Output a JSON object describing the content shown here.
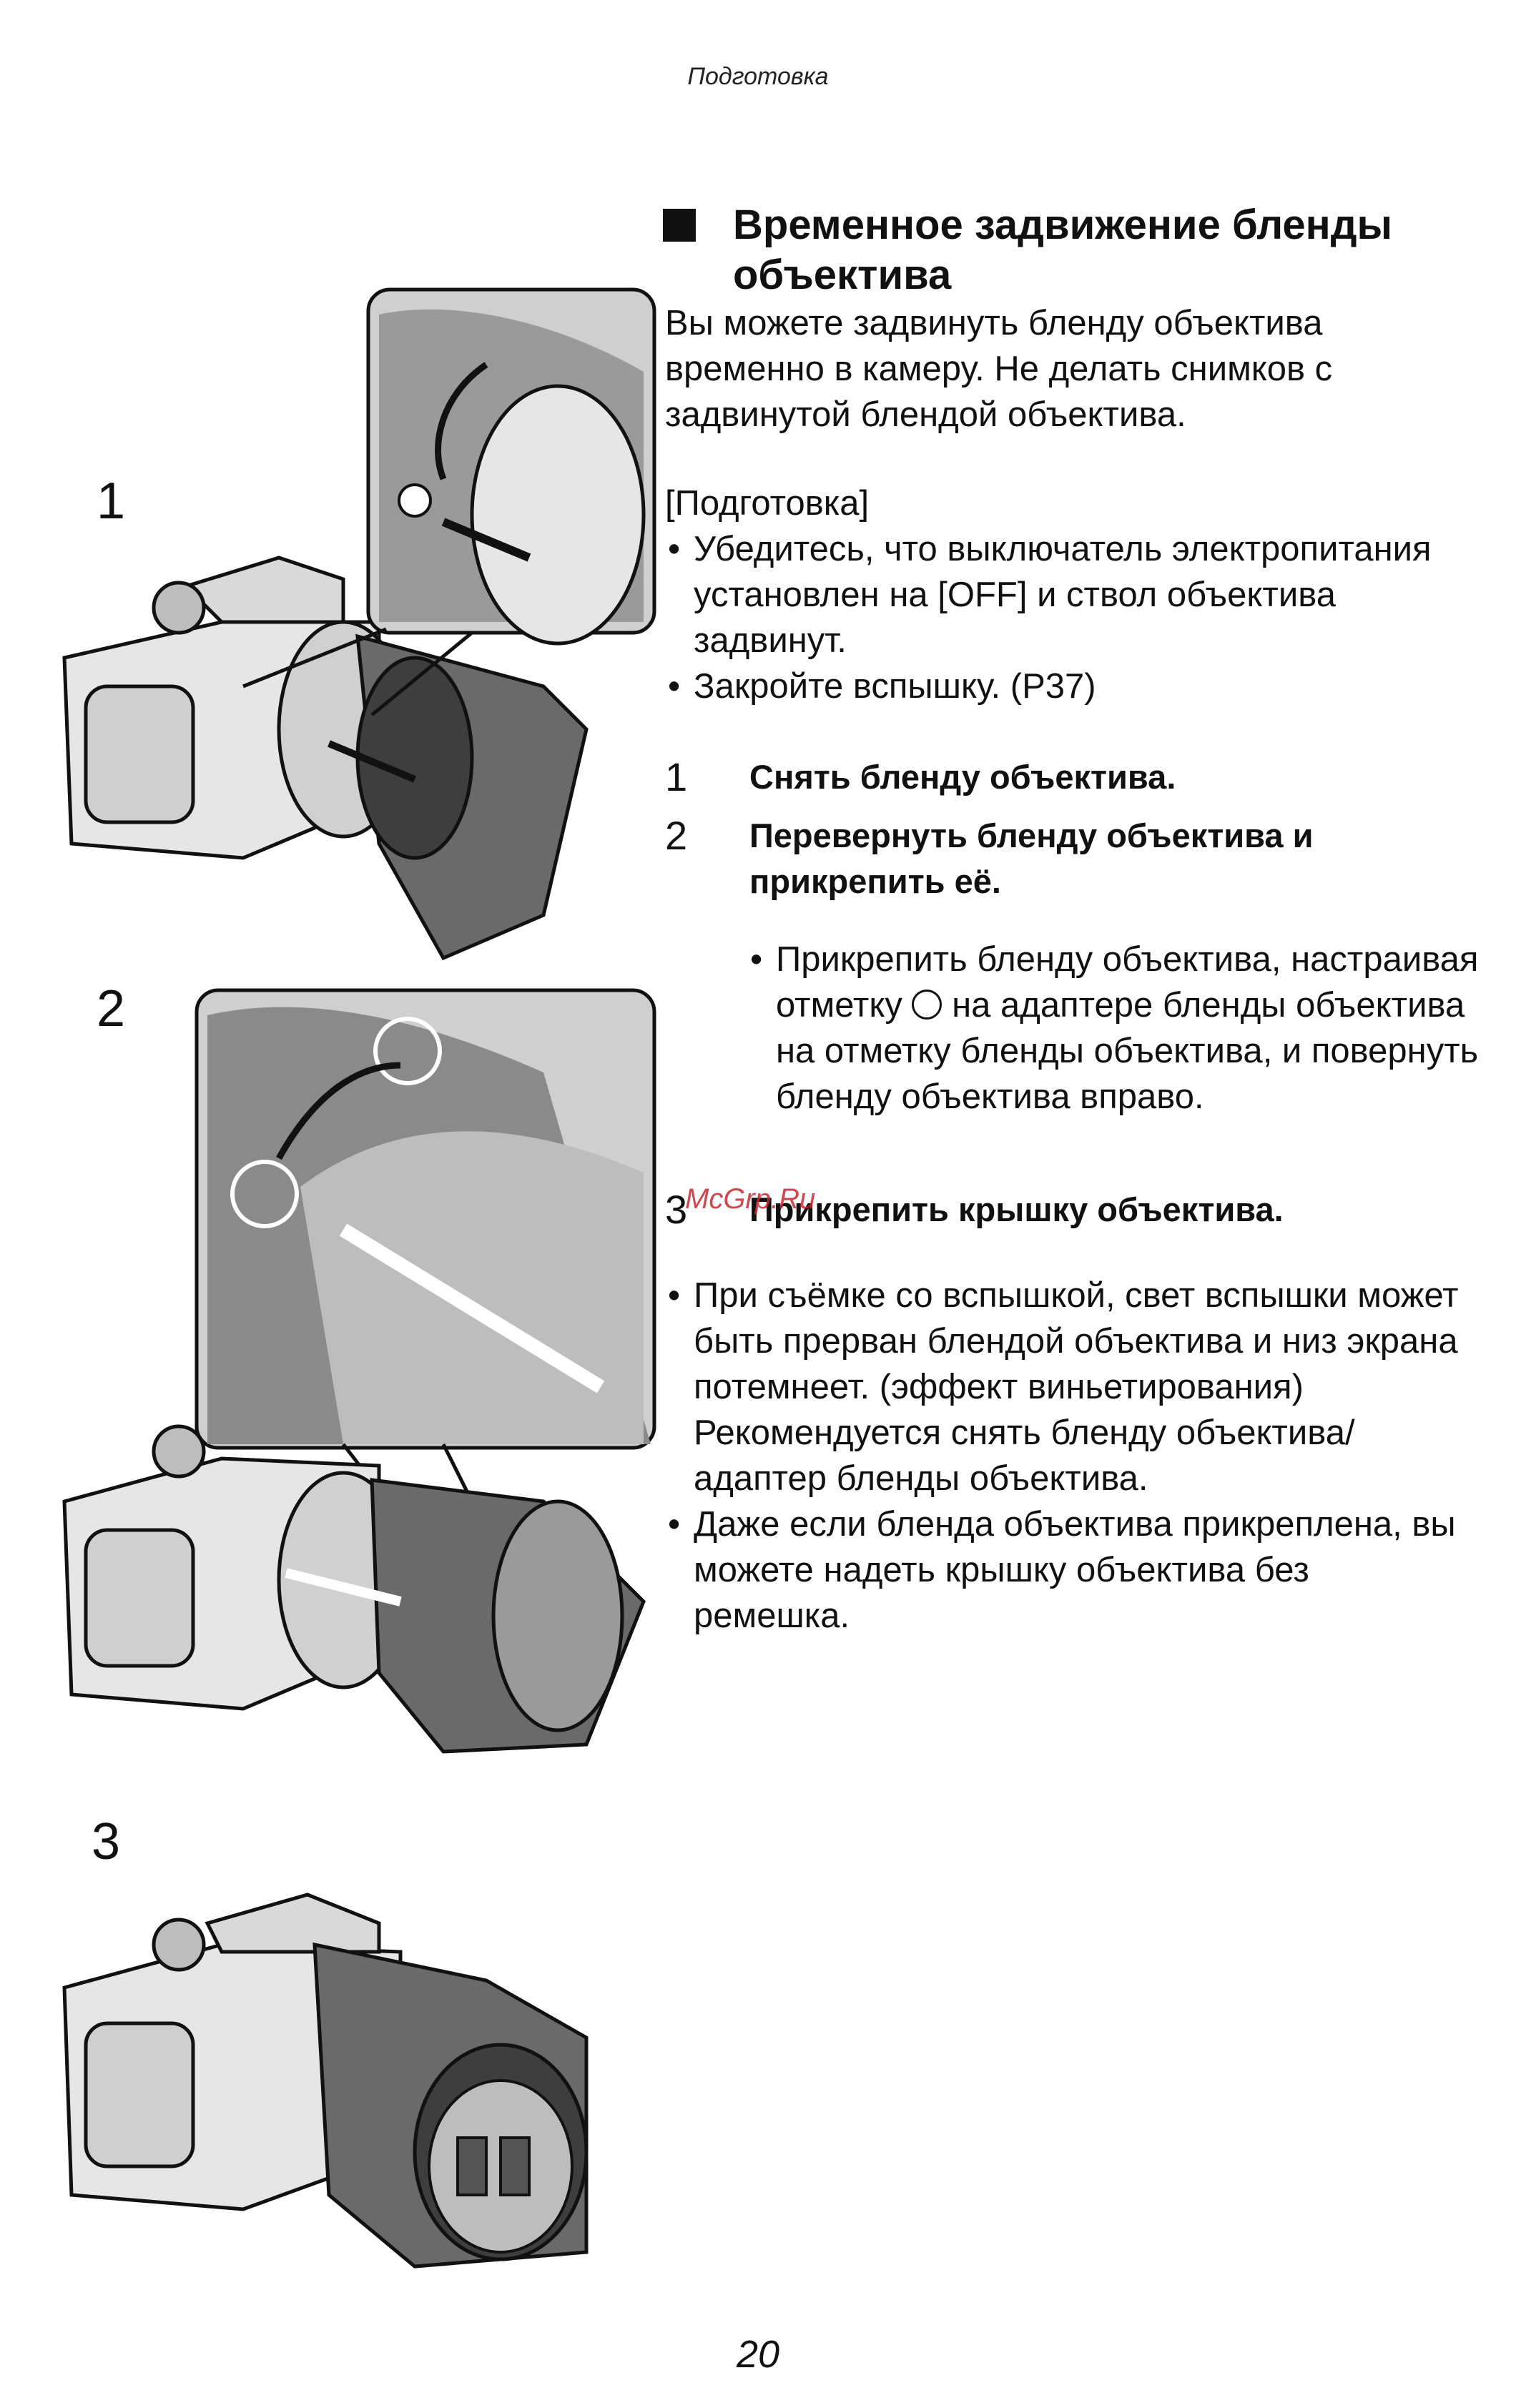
{
  "header": "Подготовка",
  "section": {
    "title": "Временное задвижение бленды объектива"
  },
  "intro": "Вы можете задвинуть бленду объектива временно в камеру. Не делать снимков с задвинутой блендой объектива.",
  "preparation": {
    "label": "[Подготовка]",
    "bullets": [
      "Убедитесь, что выключатель электропитания установлен на [OFF] и ствол объектива задвинут.",
      "Закройте вспышку. (P37)"
    ]
  },
  "steps": [
    {
      "num": "1",
      "text": "Снять бленду объектива."
    },
    {
      "num": "2",
      "text": "Перевернуть бленду объектива и прикрепить её."
    },
    {
      "num": "3",
      "text": "Прикрепить крышку объектива."
    }
  ],
  "step2_detail": {
    "before": "Прикрепить бленду объектива, настраивая отметку",
    "after": "на адаптере бленды объектива на отметку бленды объектива, и повернуть бленду объектива вправо."
  },
  "notes": [
    "При съёмке со вспышкой, свет вспышки может быть прерван блендой объектива и низ экрана потемнеет. (эффект виньетирования)",
    "Рекомендуется снять бленду объектива/ адаптер бленды объектива.",
    "Даже если бленда объектива прикреплена, вы можете надеть крышку объектива без ремешка."
  ],
  "figures": [
    {
      "label": "1"
    },
    {
      "label": "2"
    },
    {
      "label": "3"
    }
  ],
  "watermark": "McGrp.Ru",
  "page_number": "20",
  "colors": {
    "ink": "#111111",
    "watermark": "#c8282f"
  }
}
